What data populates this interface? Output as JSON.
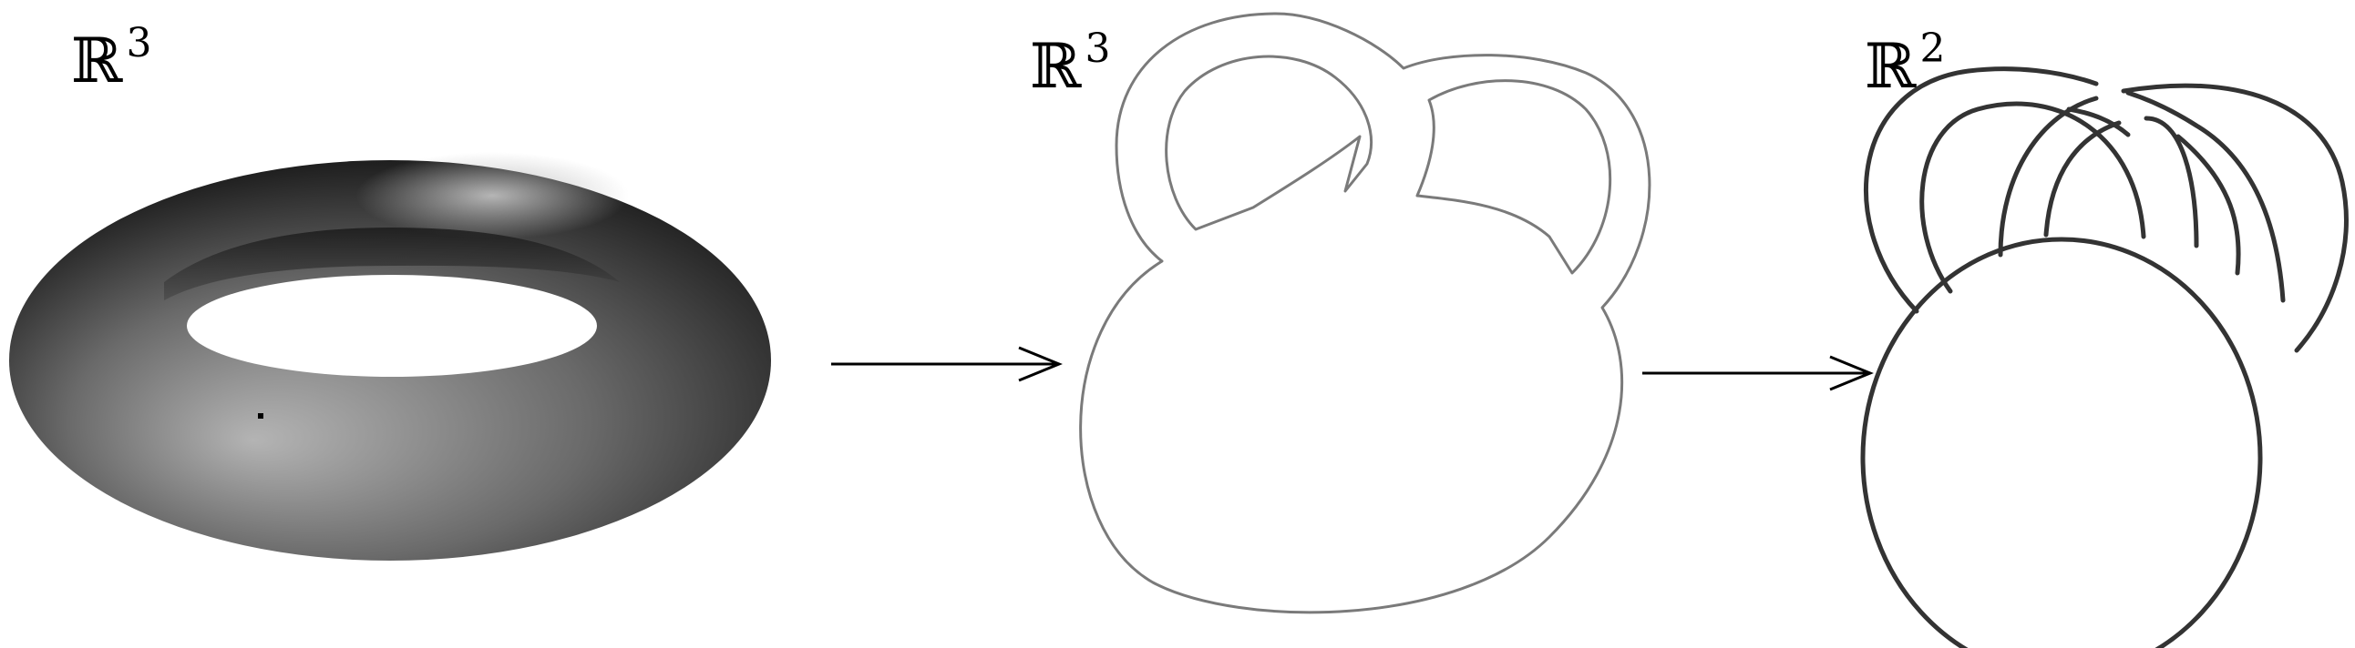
{
  "labels": {
    "space_1": {
      "symbol": "ℝ",
      "exponent": "3"
    },
    "space_2": {
      "symbol": "ℝ",
      "exponent": "3"
    },
    "space_3": {
      "symbol": "ℝ",
      "exponent": "2"
    }
  },
  "colors": {
    "torus_dark": "#1e1e1e",
    "torus_mid": "#6a6a6a",
    "torus_light": "#b4b4b4",
    "surface_outline": "#7a7a7a",
    "knot_stroke": "#333333",
    "arrow_stroke": "#000000"
  }
}
